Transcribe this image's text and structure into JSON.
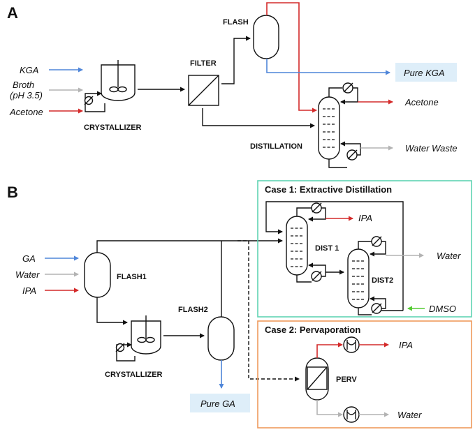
{
  "panels": {
    "a": "A",
    "b": "B"
  },
  "units": {
    "flash": "FLASH",
    "filter": "FILTER",
    "crystallizer_a": "CRYSTALLIZER",
    "distillation": "DISTILLATION",
    "flash1": "FLASH1",
    "flash2": "FLASH2",
    "crystallizer_b": "CRYSTALLIZER",
    "dist1": "DIST 1",
    "dist2": "DIST2",
    "perv": "PERV"
  },
  "streams": {
    "kga": "KGA",
    "broth_1": "Broth",
    "broth_2": "(pH 3.5)",
    "acetone_in": "Acetone",
    "pure_kga": "Pure KGA",
    "acetone_out": "Acetone",
    "water_waste": "Water Waste",
    "ga": "GA",
    "water_in": "Water",
    "ipa_in": "IPA",
    "pure_ga": "Pure GA",
    "ipa_case1": "IPA",
    "water_case1": "Water",
    "dmso": "DMSO",
    "ipa_case2": "IPA",
    "water_case2": "Water"
  },
  "cases": {
    "case1": "Case 1: Extractive Distillation",
    "case2": "Case 2: Pervaporation"
  },
  "colors": {
    "red": "#d42a2a",
    "blue": "#4f86d9",
    "grey": "#b3b3b3",
    "green": "#55cc33",
    "case1_border": "#5fd3b2",
    "case2_border": "#ee9a5c",
    "product_box": "#deeef9"
  },
  "icons": [
    "agitator-icon",
    "heat-exchanger-icon",
    "membrane-icon",
    "arrow-icon"
  ]
}
